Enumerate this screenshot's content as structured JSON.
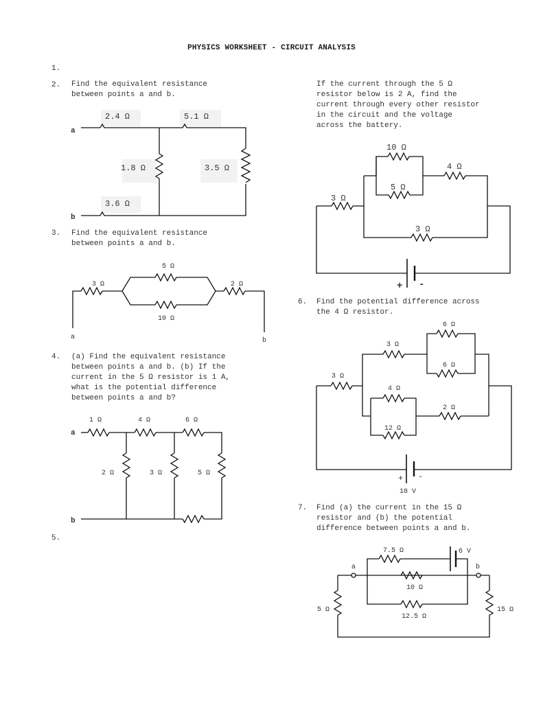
{
  "title": "PHYSICS WORKSHEET - CIRCUIT ANALYSIS",
  "q1": {
    "num": "1."
  },
  "q2": {
    "num": "2.",
    "text": "Find the equivalent resistance\nbetween points a and b.",
    "labels": {
      "r1": "2.4 Ω",
      "r2": "5.1 Ω",
      "r3": "1.8 Ω",
      "r4": "3.5 Ω",
      "r5": "3.6 Ω",
      "a": "a",
      "b": "b"
    }
  },
  "q3": {
    "num": "3.",
    "text": "Find the equivalent resistance\nbetween points a and b.",
    "labels": {
      "r1": "3 Ω",
      "r2": "5 Ω",
      "r3": "10 Ω",
      "r4": "2 Ω",
      "a": "a",
      "b": "b"
    }
  },
  "q4": {
    "num": "4.",
    "text": "(a) Find the equivalent resistance\nbetween points a and b. (b) If the\ncurrent in the 5 Ω resistor is 1 A,\nwhat is the potential difference\nbetween points a and b?",
    "labels": {
      "r1": "1 Ω",
      "r2": "4 Ω",
      "r3": "6 Ω",
      "r4": "2 Ω",
      "r5": "3 Ω",
      "r6": "5 Ω",
      "a": "a",
      "b": "b"
    }
  },
  "q5": {
    "num": "5.",
    "text": "If the current through the 5 Ω\nresistor below is 2 A, find the\ncurrent through every other resistor\nin the circuit and the voltage\nacross the battery.",
    "labels": {
      "r1": "10 Ω",
      "r2": "5 Ω",
      "r3": "4 Ω",
      "r4": "3 Ω",
      "r5": "3 Ω",
      "plus": "+",
      "minus": "-"
    }
  },
  "q6": {
    "num": "6.",
    "text": "Find the potential difference across\nthe 4 Ω resistor.",
    "labels": {
      "r1": "6 Ω",
      "r2": "3 Ω",
      "r3": "6 Ω",
      "r4": "3 Ω",
      "r5": "4 Ω",
      "r6": "2 Ω",
      "r7": "12 Ω",
      "plus": "+",
      "minus": "-",
      "volt": "18 V"
    }
  },
  "q7": {
    "num": "7.",
    "text": "Find (a) the current in the 15 Ω\nresistor and (b) the potential\ndifference between points a and b.",
    "labels": {
      "r1": "7.5 Ω",
      "batt": "6 V",
      "r2": "10 Ω",
      "r3": "12.5 Ω",
      "r4": "5 Ω",
      "r5": "15 Ω",
      "a": "a",
      "b": "b"
    }
  }
}
